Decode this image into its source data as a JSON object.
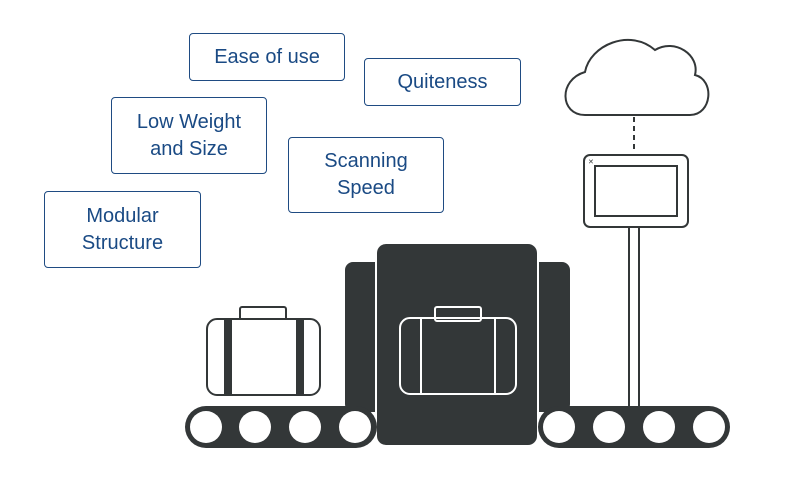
{
  "labels": {
    "ease_of_use": "Ease of use",
    "quiteness": "Quiteness",
    "low_weight_line1": "Low Weight",
    "low_weight_line2": "and Size",
    "scanning_line1": "Scanning",
    "scanning_line2": "Speed",
    "modular_line1": "Modular",
    "modular_line2": "Structure"
  },
  "colors": {
    "label_border": "#1f4b82",
    "label_text": "#1a4a84",
    "machine": "#333738",
    "outline": "#333738"
  },
  "icons": [
    "cloud-icon",
    "monitor-icon",
    "suitcase-icon",
    "scanner-icon",
    "conveyor-icon"
  ]
}
